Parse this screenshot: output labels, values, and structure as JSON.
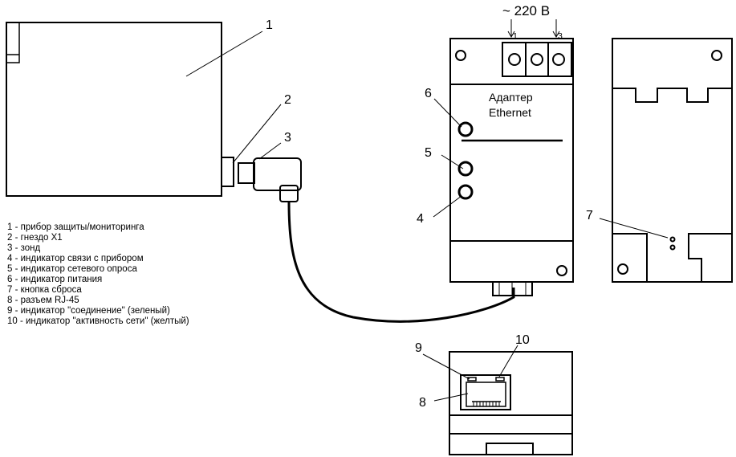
{
  "callouts": {
    "n1": "1",
    "n2": "2",
    "n3": "3",
    "n4": "4",
    "n5": "5",
    "n6": "6",
    "n7": "7",
    "n8": "8",
    "n9": "9",
    "n10": "10"
  },
  "voltage_label": "~ 220 В",
  "terminal_labels": {
    "t1": "1",
    "t3": "3"
  },
  "adapter_label": {
    "line1": "Адаптер",
    "line2": "Ethernet"
  },
  "legend": [
    "1 - прибор защиты/мониторинга",
    "2 - гнездо X1",
    "3 - зонд",
    "4 - индикатор связи с прибором",
    "5 - индикатор сетевого опроса",
    "6 - индикатор питания",
    "7 - кнопка сброса",
    "8 - разъем RJ-45",
    "9 - индикатор \"соединение\" (зеленый)",
    "10 - индикатор \"активность сети\" (желтый)"
  ]
}
